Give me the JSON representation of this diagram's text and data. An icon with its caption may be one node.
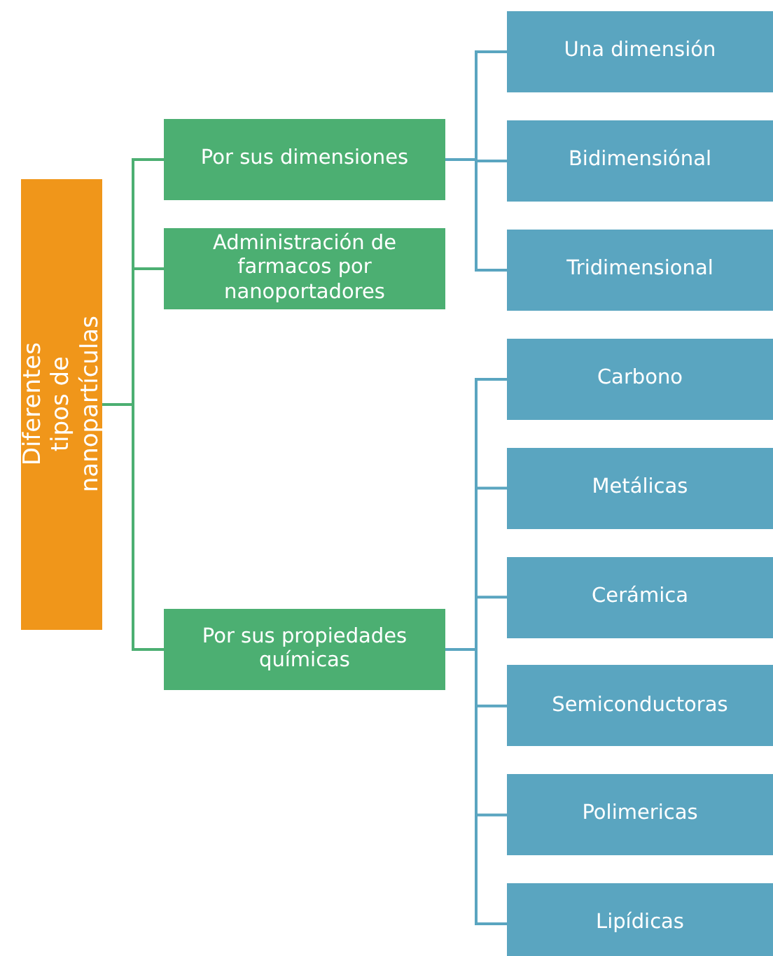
{
  "diagram": {
    "nodes": [
      {
        "text": [
          "Diferentes tipos de nanopartículas"
        ]
      },
      {
        "text": [
          "Por sus dimensiones"
        ]
      },
      {
        "text": [
          "Administración de farmacos por nanoportadores"
        ]
      },
      {
        "text": [
          "Por sus propiedades químicas"
        ]
      },
      {
        "text": [
          "Una dimensión"
        ]
      },
      {
        "text": [
          "Bidimensiónal"
        ]
      },
      {
        "text": [
          "Tridimensional"
        ]
      },
      {
        "text": [
          "Carbono"
        ]
      },
      {
        "text": [
          "Metálicas"
        ]
      },
      {
        "text": [
          "Cerámica"
        ]
      },
      {
        "text": [
          "Semiconductoras"
        ]
      },
      {
        "text": [
          "Polimericas"
        ]
      },
      {
        "text": [
          "Lipídicas"
        ]
      }
    ],
    "edges": [
      {
        "from": 0,
        "to": 1,
        "arrow": "none",
        "color": "#4caf72"
      },
      {
        "from": 0,
        "to": 2,
        "arrow": "none",
        "color": "#4caf72"
      },
      {
        "from": 0,
        "to": 3,
        "arrow": "none",
        "color": "#4caf72"
      },
      {
        "from": 1,
        "to": 4,
        "arrow": "none"
      },
      {
        "from": 1,
        "to": 5,
        "arrow": "none"
      },
      {
        "from": 1,
        "to": 6,
        "arrow": "none"
      },
      {
        "from": 3,
        "to": 7,
        "arrow": "none"
      },
      {
        "from": 3,
        "to": 8,
        "arrow": "none"
      },
      {
        "from": 3,
        "to": 9,
        "arrow": "none"
      },
      {
        "from": 3,
        "to": 10,
        "arrow": "none"
      },
      {
        "from": 3,
        "to": 11,
        "arrow": "none"
      },
      {
        "from": 3,
        "to": 12,
        "arrow": "none"
      }
    ]
  }
}
